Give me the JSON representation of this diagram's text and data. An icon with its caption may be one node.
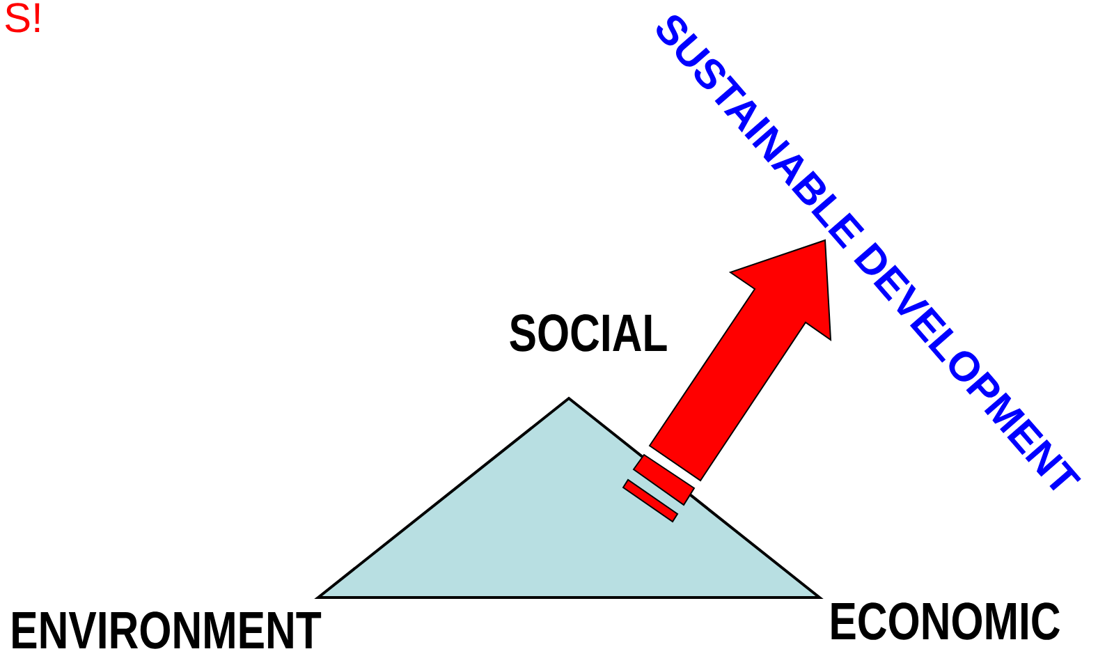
{
  "diagram": {
    "labels": [
      "S!",
      "SUSTAINABLE DEVELOPMENT",
      "SOCIAL",
      "ENVIRONMENT",
      "ECONOMIC"
    ]
  }
}
